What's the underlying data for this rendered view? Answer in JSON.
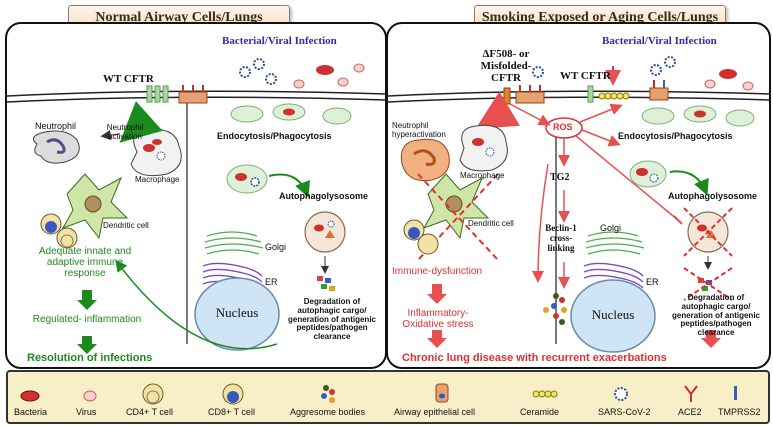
{
  "headers": {
    "left": "Normal Airway Cells/Lungs",
    "right": "Smoking Exposed or Aging Cells/Lungs"
  },
  "left_panel": {
    "infection": "Bacterial/Viral Infection",
    "wt_cftr": "WT CFTR",
    "neutrophil": "Neutrophil",
    "neutrophil_activation": "Neutrophil activation",
    "macrophage": "Macrophage",
    "dendritic": "Dendritic cell",
    "endocytosis": "Endocytosis/Phagocytosis",
    "autophagolysosome": "Autophagolysosome",
    "golgi": "Golgi",
    "er": "ER",
    "nucleus": "Nucleus",
    "degradation": "Degradation of autophagic cargo/ generation of antigenic peptides/pathogen clearance",
    "immune_response": "Adequate innate and adaptive immune response",
    "regulated": "Regulated- inflammation",
    "resolution": "Resolution of infections"
  },
  "right_panel": {
    "infection": "Bacterial/Viral Infection",
    "misfolded": "ΔF508- or Misfolded-CFTR",
    "wt_cftr": "WT CFTR",
    "ros": "ROS",
    "tg2": "TG2",
    "beclin": "Beclin-1 cross- linking",
    "neutrophil_hyper": "Neutrophil hyperactivation",
    "macrophage": "Macrophage",
    "dendritic": "Dendritic cell",
    "endocytosis": "Endocytosis/Phagocytosis",
    "autophagolysosome": "Autophagolysosome",
    "golgi": "Golgi",
    "er": "ER",
    "nucleus": "Nucleus",
    "degradation": "Degradation of autophagic cargo/ generation of antigenic peptides/pathogen clearance",
    "immune_dysfunction": "Immune-dysfunction",
    "inflammatory": "Inflammatory- Oxidative stress",
    "chronic": "Chronic lung disease with recurrent exacerbations"
  },
  "legend": [
    {
      "label": "Bacteria",
      "icon": "bacteria-icon"
    },
    {
      "label": "Virus",
      "icon": "virus-icon"
    },
    {
      "label": "CD4+ T cell",
      "icon": "cd4-t-cell-icon"
    },
    {
      "label": "CD8+ T cell",
      "icon": "cd8-t-cell-icon"
    },
    {
      "label": "Aggresome bodies",
      "icon": "aggresome-icon"
    },
    {
      "label": "Airway epithelial cell",
      "icon": "epithelial-cell-icon"
    },
    {
      "label": "Ceramide",
      "icon": "ceramide-icon"
    },
    {
      "label": "SARS-CoV-2",
      "icon": "sars-cov-2-icon"
    },
    {
      "label": "ACE2",
      "icon": "ace2-icon"
    },
    {
      "label": "TMPRSS2",
      "icon": "tmprss2-icon"
    }
  ],
  "colors": {
    "green": "#1d8a1d",
    "red": "#e03030",
    "blue": "#2d2da8",
    "legend_bg": "#f8efc8"
  }
}
